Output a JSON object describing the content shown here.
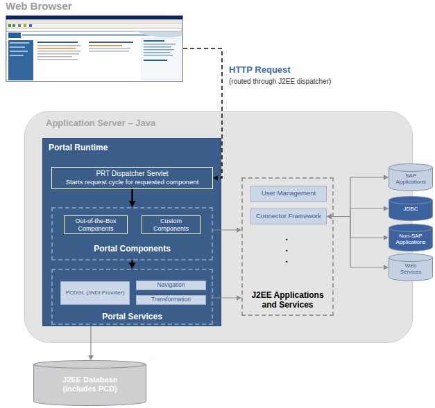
{
  "diagram": {
    "nodes": [
      {
        "text": [
          "Web Browser"
        ]
      },
      {
        "text": [
          "Application Server – Java"
        ]
      },
      {
        "text": [
          "Portal Runtime"
        ],
        "in": 1
      },
      {
        "text": [
          "PRT Dispatcher Servlet",
          "Starts request cycle for requested component"
        ],
        "in": 2
      },
      {
        "text": [
          "Portal Components"
        ],
        "in": 2
      },
      {
        "text": [
          "Out-of-the-Box Components"
        ],
        "in": 4
      },
      {
        "text": [
          "Custom Components"
        ],
        "in": 4
      },
      {
        "text": [
          "Portal Services"
        ],
        "in": 2
      },
      {
        "text": [
          "PCDGL (JNDI Provider)"
        ],
        "in": 7
      },
      {
        "text": [
          "Navigation"
        ],
        "in": 7
      },
      {
        "text": [
          "Transformation"
        ],
        "in": 7
      },
      {
        "text": [
          "J2EE Applications and Services"
        ],
        "in": 1
      },
      {
        "text": [
          "User Management"
        ],
        "in": 11
      },
      {
        "text": [
          "Connector Framework"
        ],
        "in": 11
      },
      {
        "text": [
          "SAP Applications"
        ]
      },
      {
        "text": [
          "JDBC"
        ]
      },
      {
        "text": [
          "Non-SAP Applications"
        ]
      },
      {
        "text": [
          "Web Services"
        ]
      },
      {
        "text": [
          "J2EE Database (includes PCD)"
        ]
      }
    ],
    "edges": [
      {
        "from": 0,
        "to": 3,
        "arrow": "to",
        "label": "HTTP Request"
      },
      {
        "from": 3,
        "to": 4,
        "arrow": "to"
      },
      {
        "from": 4,
        "to": 7,
        "arrow": "to"
      },
      {
        "from": 4,
        "to": 11,
        "arrow": "to"
      },
      {
        "from": 7,
        "to": 11,
        "arrow": "to"
      },
      {
        "from": 2,
        "to": 18,
        "arrow": "to"
      },
      {
        "from": 13,
        "to": 14,
        "arrow": "both"
      },
      {
        "from": 13,
        "to": 15,
        "arrow": "both"
      },
      {
        "from": 13,
        "to": 16,
        "arrow": "both"
      },
      {
        "from": 13,
        "to": 17,
        "arrow": "both"
      }
    ],
    "labels": [
      "(routed through J2EE dispatcher)",
      ".",
      ".",
      "."
    ]
  }
}
